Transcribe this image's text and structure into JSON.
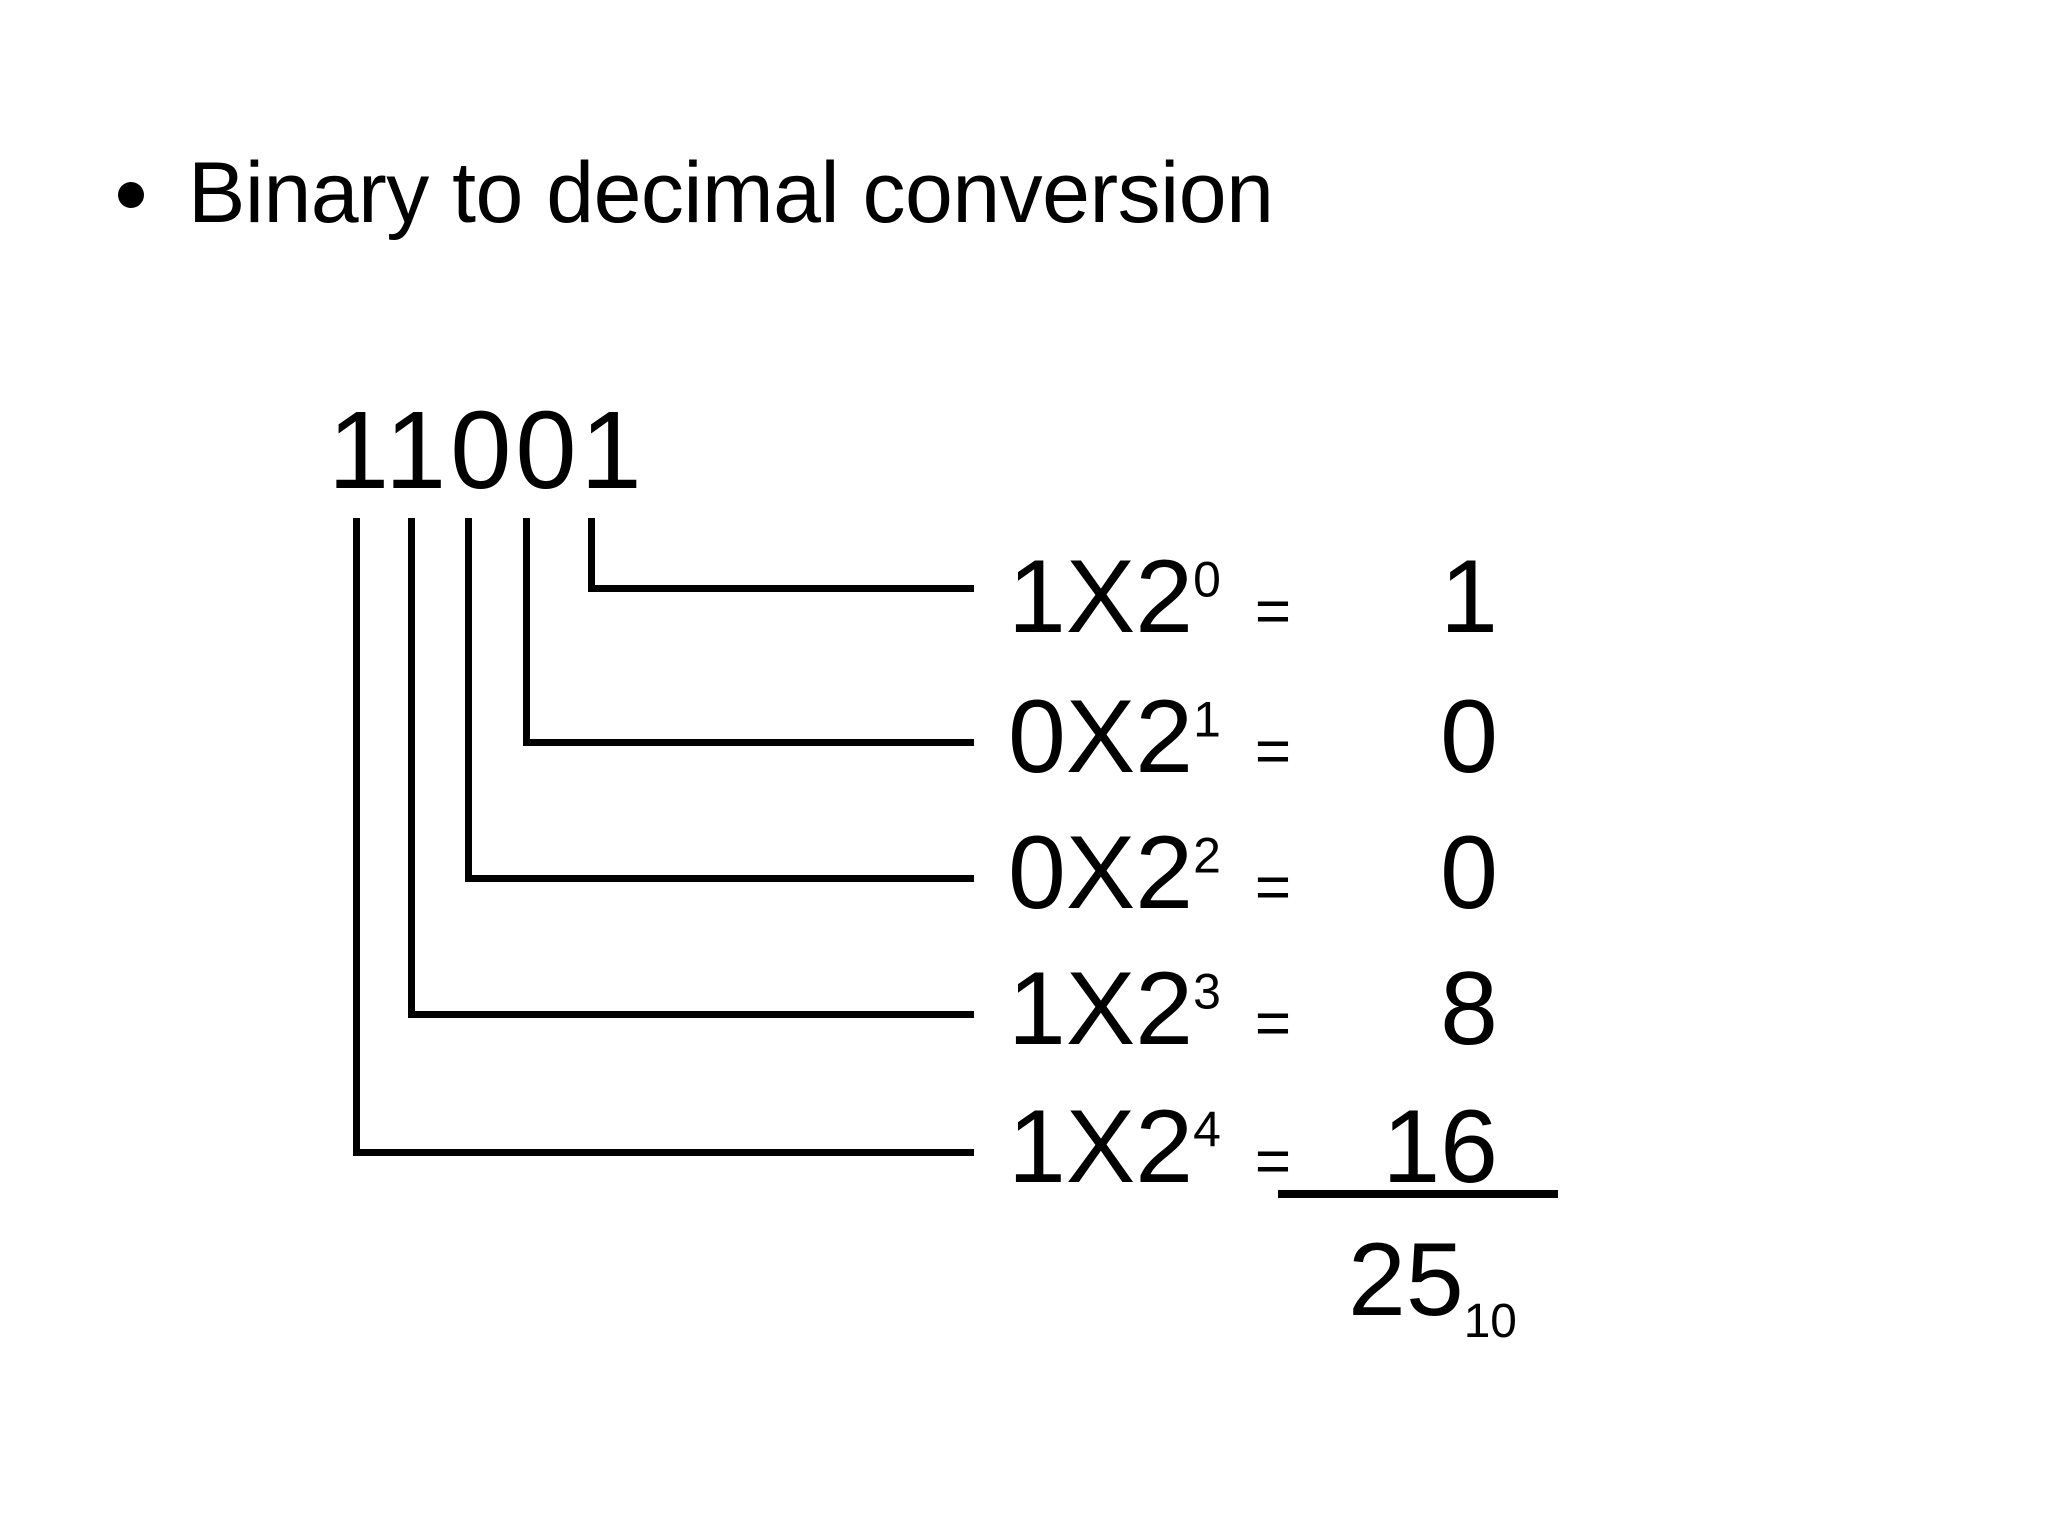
{
  "slide": {
    "background_color": "#ffffff",
    "text_color": "#000000",
    "title": "Binary to decimal conversion",
    "bullet_glyph": "•"
  },
  "binary": {
    "value": "11001",
    "digit_count": 5
  },
  "equations": [
    {
      "coefficient": "1",
      "operator": "X",
      "base": "2",
      "exponent": "0",
      "equals": "=",
      "result": "1"
    },
    {
      "coefficient": "0",
      "operator": "X",
      "base": "2",
      "exponent": "1",
      "equals": "=",
      "result": "0"
    },
    {
      "coefficient": "0",
      "operator": "X",
      "base": "2",
      "exponent": "2",
      "equals": "=",
      "result": "0"
    },
    {
      "coefficient": "1",
      "operator": "X",
      "base": "2",
      "exponent": "3",
      "equals": "=",
      "result": "8"
    },
    {
      "coefficient": "1",
      "operator": "X",
      "base": "2",
      "exponent": "4",
      "equals": "=",
      "result": "16"
    }
  ],
  "sum": {
    "total": "25",
    "subscript": "10"
  },
  "chart_data": {
    "type": "table",
    "title": "Binary to decimal conversion",
    "categories": [
      "1X2⁰",
      "0X2¹",
      "0X2²",
      "1X2³",
      "1X2⁴"
    ],
    "values": [
      1,
      0,
      0,
      8,
      16
    ],
    "total": 25,
    "total_base": 10,
    "source_binary": "11001"
  }
}
